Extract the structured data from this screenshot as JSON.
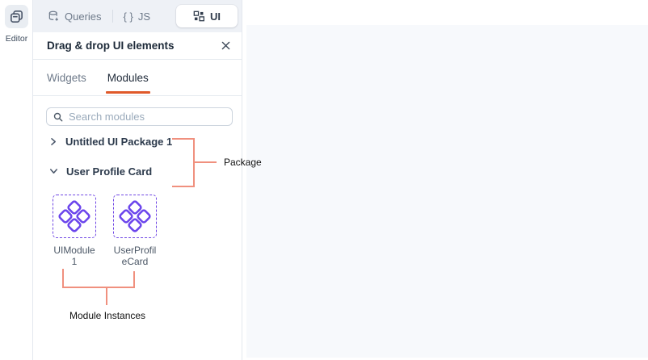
{
  "editor_rail": {
    "label": "Editor"
  },
  "top_tabs": {
    "queries": "Queries",
    "js_braces": "{ }",
    "js": "JS",
    "ui": "UI"
  },
  "panel": {
    "title": "Drag & drop UI elements",
    "tabs": [
      {
        "label": "Widgets",
        "active": false
      },
      {
        "label": "Modules",
        "active": true
      }
    ],
    "search": {
      "placeholder": "Search modules"
    },
    "packages": [
      {
        "name": "Untitled UI Package 1",
        "expanded": false
      },
      {
        "name": "User Profile Card",
        "expanded": true
      }
    ],
    "modules": [
      {
        "line1": "UIModule",
        "line2": "1"
      },
      {
        "line1": "UserProfil",
        "line2": "eCard"
      }
    ]
  },
  "annotations": {
    "package_label": "Package",
    "module_instances_label": "Module Instances"
  },
  "colors": {
    "tab_underline_orange": "#E0592A",
    "module_purple": "#6B45EC",
    "annotation_salmon": "#F0907E",
    "canvas_bg": "#F7F9FC",
    "strip_bg": "#EEF1F6"
  }
}
